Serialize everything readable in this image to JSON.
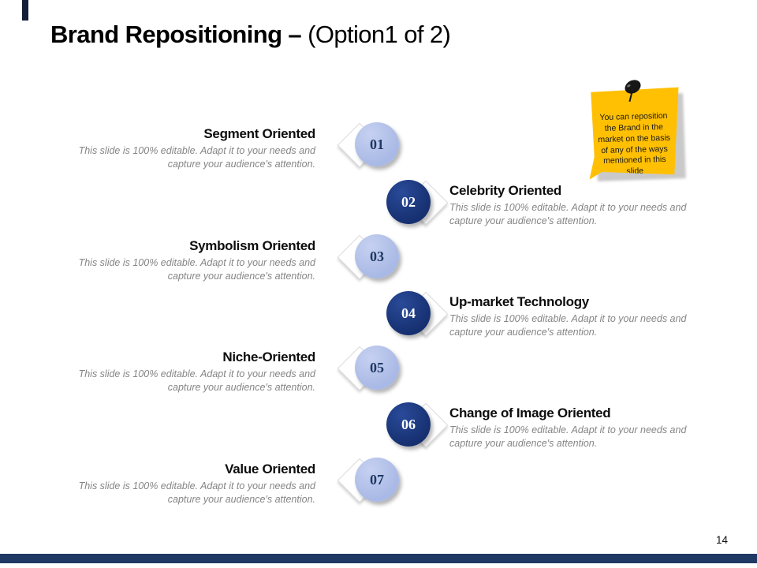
{
  "slide": {
    "title_bold": "Brand Repositioning –",
    "title_regular": "(Option1 of 2)",
    "page_number": "14"
  },
  "note": {
    "text": "You can reposition the Brand in the market on the basis of any of the ways mentioned in this slide",
    "bg_color": "#FFC004",
    "pin_icon": "pushpin-icon"
  },
  "items": [
    {
      "number": "01",
      "title": "Segment Oriented",
      "desc": "This slide is 100% editable. Adapt it to your needs and capture your audience's attention.",
      "side": "left",
      "badge_style": "light"
    },
    {
      "number": "02",
      "title": "Celebrity Oriented",
      "desc": "This slide is 100% editable. Adapt it to your needs and capture your audience's attention.",
      "side": "right",
      "badge_style": "dark"
    },
    {
      "number": "03",
      "title": "Symbolism Oriented",
      "desc": "This slide is 100% editable. Adapt it to your needs and capture your audience's attention.",
      "side": "left",
      "badge_style": "light"
    },
    {
      "number": "04",
      "title": "Up-market Technology",
      "desc": "This slide is 100% editable. Adapt it to your needs and capture your audience's attention.",
      "side": "right",
      "badge_style": "dark"
    },
    {
      "number": "05",
      "title": "Niche-Oriented",
      "desc": "This slide is 100% editable. Adapt it to your needs and capture your audience's attention.",
      "side": "left",
      "badge_style": "light"
    },
    {
      "number": "06",
      "title": "Change of Image Oriented",
      "desc": "This slide is 100% editable. Adapt it to your needs and capture your audience's attention.",
      "side": "right",
      "badge_style": "dark"
    },
    {
      "number": "07",
      "title": "Value Oriented",
      "desc": "This slide is 100% editable. Adapt it to your needs and capture your audience's attention.",
      "side": "left",
      "badge_style": "light"
    }
  ],
  "colors": {
    "accent_navy": "#1F3864",
    "light_badge": "#AEBCE8",
    "note_yellow": "#FFC004",
    "body_gray": "#858585"
  }
}
